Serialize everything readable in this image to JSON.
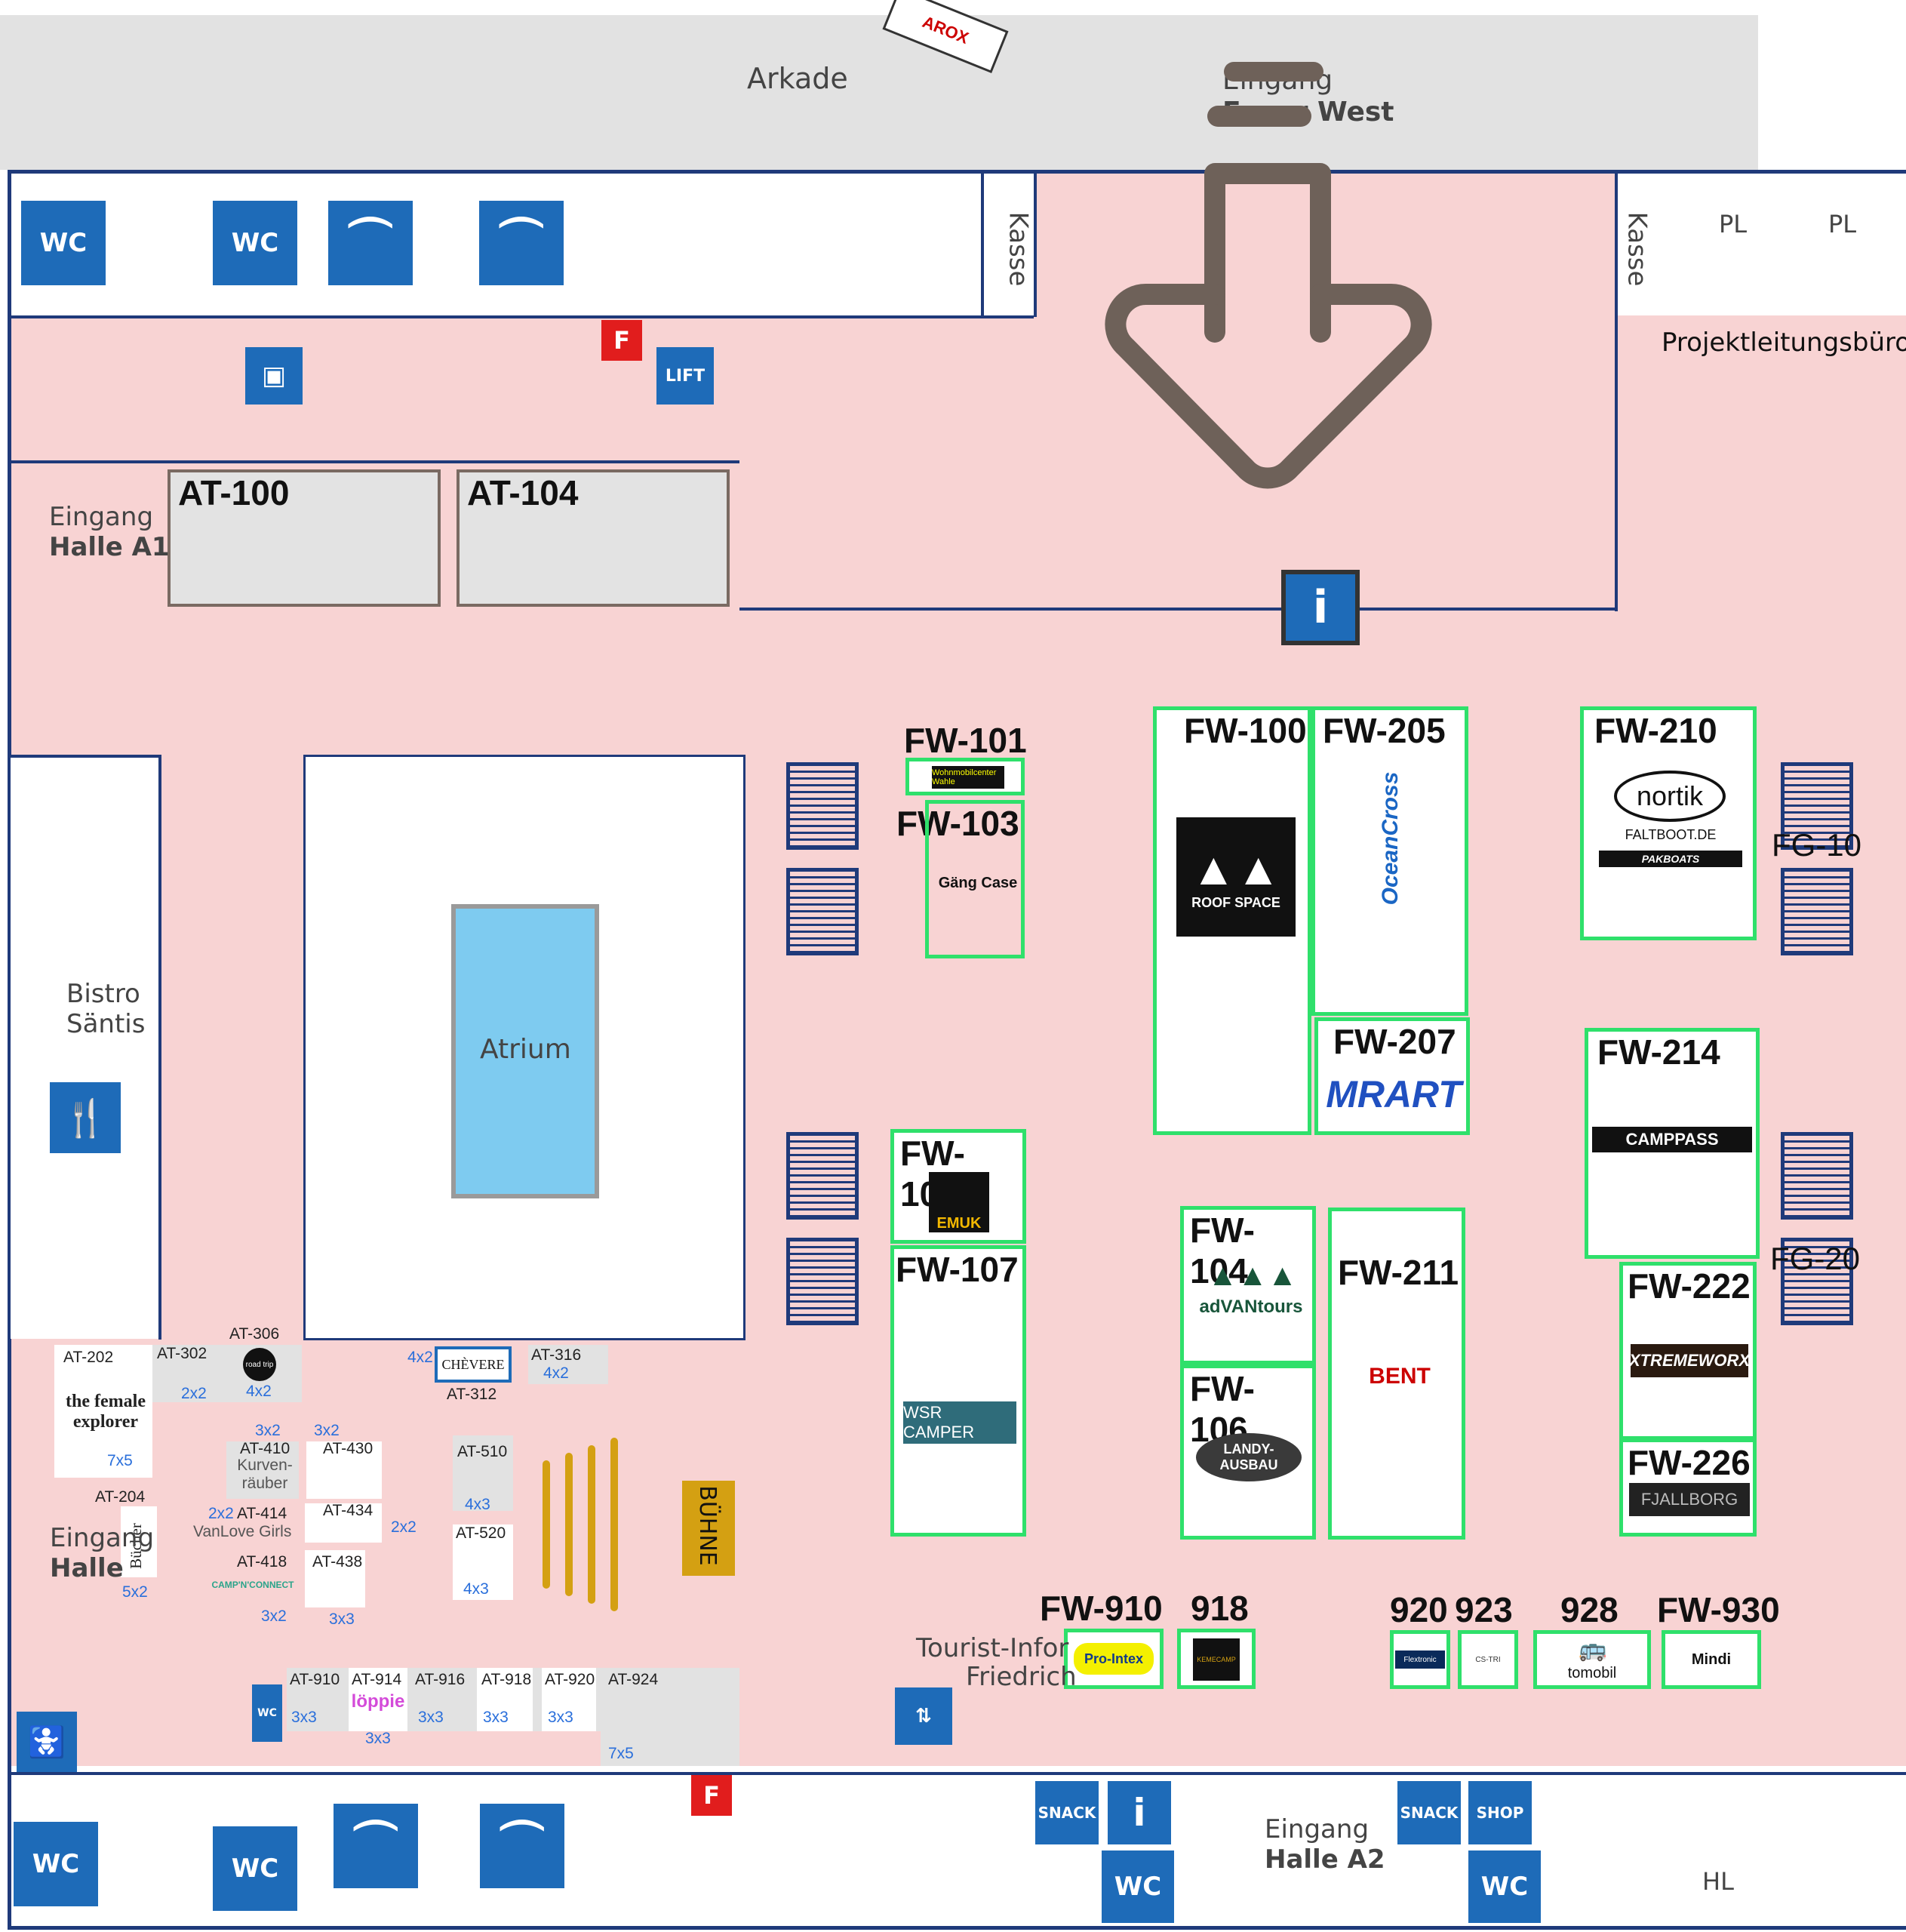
{
  "map": {
    "top_area": "Arkade",
    "entrance_foyer": [
      "Eingang",
      "Foyer West"
    ],
    "logo_corner": "AROX",
    "top_services": {
      "wc_1": "WC",
      "wc_2": "WC",
      "lift": "LIFT",
      "fire_1": "F",
      "kasse_1": "Kasse",
      "kasse_2": "Kasse",
      "pl_1": "PL",
      "pl_2": "PL",
      "project_office": "Projektleitungsbüro"
    },
    "entrance_a1": [
      "Eingang",
      "Halle A1"
    ],
    "bistro": [
      "Bistro",
      "Säntis"
    ],
    "atrium": "Atrium",
    "info": "i",
    "stage": "BÜHNE",
    "entrance_side": [
      "Eingang",
      "Halle"
    ],
    "tourist_info": [
      "Tourist-Infor",
      "Friedrich"
    ],
    "entrance_a2": [
      "Eingang",
      "Halle A2"
    ],
    "bottom_services": {
      "wc_1": "WC",
      "wc_2": "WC",
      "wc_3": "WC",
      "wc_4": "WC",
      "wc_small": "WC",
      "snack_1": "SNACK",
      "snack_2": "SNACK",
      "shop": "SHOP",
      "info": "i",
      "fire_2": "F",
      "hl": "HL"
    },
    "staircase_labels": {
      "fg10": "FG-10",
      "fg20": "FG-20"
    }
  },
  "at_blocks": [
    {
      "id": "AT-100"
    },
    {
      "id": "AT-104"
    }
  ],
  "booths": [
    {
      "id": "FW-101",
      "brand": "Wohnmobilcenter Wahle"
    },
    {
      "id": "FW-103",
      "brand": "Gäng Case"
    },
    {
      "id": "FW-100",
      "brand": "ROOF SPACE"
    },
    {
      "id": "FW-205",
      "brand": "OceanCross"
    },
    {
      "id": "FW-210",
      "brand": "nortik",
      "brand_sub": "FALTBOOT.DE",
      "brand_sub2": "PAKBOATS"
    },
    {
      "id": "FW-207",
      "brand": "MRART"
    },
    {
      "id": "FW-214",
      "brand": "CAMPPASS"
    },
    {
      "id": "FW-105",
      "brand": "EMUK"
    },
    {
      "id": "FW-107",
      "brand": "WSR CAMPER"
    },
    {
      "id": "FW-104",
      "brand": "adVANtours"
    },
    {
      "id": "FW-211",
      "brand": "BENT"
    },
    {
      "id": "FW-106",
      "brand": "LANDY-AUSBAU"
    },
    {
      "id": "FW-222",
      "brand": "XTREMEWORX"
    },
    {
      "id": "FW-226",
      "brand": "FJALLBORG"
    },
    {
      "id": "FW-910",
      "brand": "Pro-Intex"
    },
    {
      "id": "918",
      "brand": "KEMECAMP"
    },
    {
      "id": "920",
      "brand": "Flextronic"
    },
    {
      "id": "923",
      "brand": "CS-TRI"
    },
    {
      "id": "928",
      "brand": "tomobil"
    },
    {
      "id": "FW-930",
      "brand": "Mindi"
    }
  ],
  "small_stands": [
    {
      "id": "AT-202",
      "brand": "the female explorer",
      "size": "7x5"
    },
    {
      "id": "AT-302",
      "size": "2x2"
    },
    {
      "id": "AT-306",
      "size": "4x2"
    },
    {
      "id": "AT-312",
      "brand": "CHÈVERE",
      "size": "4x2"
    },
    {
      "id": "AT-316",
      "size": "4x2"
    },
    {
      "id": "AT-410",
      "brand": "Kurven-räuber",
      "size": "3x2"
    },
    {
      "id": "AT-430",
      "size": "3x2"
    },
    {
      "id": "AT-414",
      "brand": "VanLove Girls",
      "size": "2x2"
    },
    {
      "id": "AT-434",
      "size": "2x2"
    },
    {
      "id": "AT-418",
      "brand": "CAMP'N'CONNECT",
      "size": "3x2"
    },
    {
      "id": "AT-438",
      "size": "3x3"
    },
    {
      "id": "AT-510",
      "size": "4x3"
    },
    {
      "id": "AT-520",
      "size": "4x3"
    },
    {
      "id": "AT-204",
      "brand": "Bücher",
      "size": "5x2"
    },
    {
      "id": "AT-910",
      "size": "3x3"
    },
    {
      "id": "AT-914",
      "brand": "löppie",
      "size": "3x3"
    },
    {
      "id": "AT-916",
      "size": "3x3"
    },
    {
      "id": "AT-918",
      "size": "3x3"
    },
    {
      "id": "AT-920",
      "size": "3x3"
    },
    {
      "id": "AT-924",
      "size": "7x5"
    }
  ],
  "colors": {
    "floor": "#f8d3d3",
    "wall": "#1f3a7a",
    "booth_border": "#2fe06b",
    "service_blue": "#1e6bb8",
    "atrium_water": "#7ecbf0",
    "stage": "#d4a012",
    "arrow": "#6e6159"
  }
}
